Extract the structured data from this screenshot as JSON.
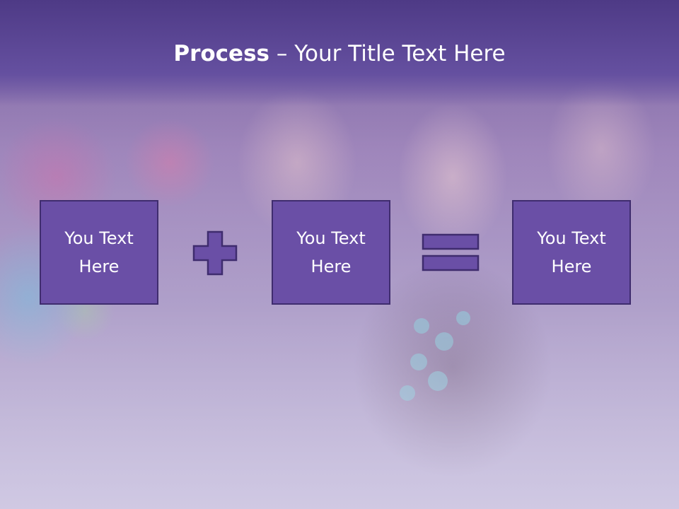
{
  "slide": {
    "title_bold": "Process",
    "title_rest": " – Your Title Text Here",
    "boxes": [
      {
        "text": "You Text Here"
      },
      {
        "text": "You Text Here"
      },
      {
        "text": "You Text Here"
      }
    ],
    "operators": [
      "plus-icon",
      "equals-icon"
    ],
    "colors": {
      "box_fill": "#6a4fa6",
      "box_border": "#3f2c6e",
      "title_band": "#5a4496",
      "text": "#ffffff"
    }
  }
}
